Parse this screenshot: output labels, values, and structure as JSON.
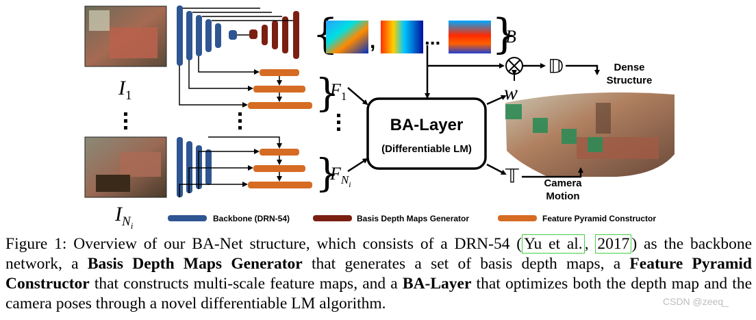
{
  "figure": {
    "labels": {
      "i1": "I",
      "i1_sub": "1",
      "in": "I",
      "in_sub": "N",
      "in_subsub": "i",
      "f1": "F",
      "f1_sub": "1",
      "fn": "F",
      "fn_sub": "N",
      "fn_subsub": "i",
      "b": "B",
      "w": "w",
      "d": "𝔻",
      "t": "𝕋",
      "ba_title": "BA-Layer",
      "ba_sub": "(Differentiable LM)",
      "dense1": "Dense",
      "dense2": "Structure",
      "cam1": "Camera",
      "cam2": "Motion",
      "ellipsis": "..."
    },
    "legend": [
      {
        "label": "Backbone (DRN-54)",
        "color": "#2f5592"
      },
      {
        "label": "Basis Depth Maps Generator",
        "color": "#7a1f12"
      },
      {
        "label": "Feature Pyramid Constructor",
        "color": "#d66b23"
      }
    ]
  },
  "caption": {
    "prefix": "Figure 1: Overview of our BA-Net structure, which consists of a DRN-54 (",
    "cite1": "Yu et al.",
    "sep": ", ",
    "cite2": "2017",
    "mid1": ") as the backbone network, a ",
    "bold1": "Basis Depth Maps Generator",
    "mid2": " that generates a set of basis depth maps, a ",
    "bold2": "Feature Pyramid Constructor",
    "mid3": " that constructs multi-scale feature maps, and a ",
    "bold3": "BA-Layer",
    "suffix": " that optimizes both the depth map and the camera poses through a novel differentiable LM algorithm."
  },
  "watermark": "CSDN @zeeq_"
}
